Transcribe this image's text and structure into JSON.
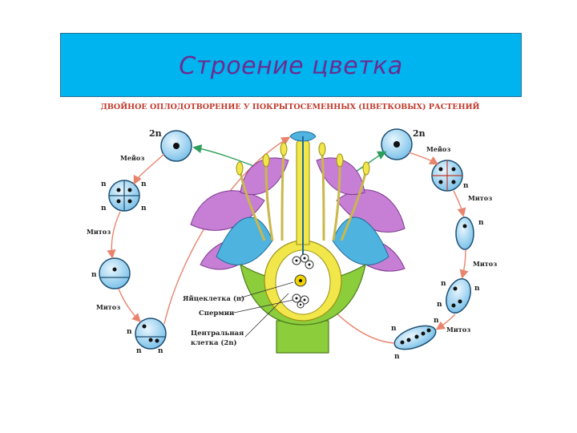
{
  "slide_title": "Строение цветка",
  "diagram_subtitle": "ДВОЙНОЕ ОПЛОДОТВОРЕНИЕ У ПОКРЫТОСЕМЕННЫХ (ЦВЕТКОВЫХ) РАСТЕНИЙ",
  "labels": {
    "ploidy_2n": "2n",
    "ploidy_n": "n",
    "meiosis": "Мейоз",
    "mitosis": "Митоз",
    "egg_cell": "Яйцеклетка (n)",
    "sperm": "Спермии",
    "central_cell_line1": "Центральная",
    "central_cell_line2": "клетка (2n)"
  },
  "colors": {
    "title_bg": "#00b4f0",
    "title_text": "#6b2d8f",
    "subtitle": "#c0392b",
    "cell_fill": "#a9d8f2",
    "petal": "#c77fd6",
    "sepal": "#4fb3e0",
    "receptacle": "#8ccd3c",
    "ovary": "#f1e64a",
    "arrow_red": "#e8846e",
    "arrow_green": "#2e9e5a"
  }
}
